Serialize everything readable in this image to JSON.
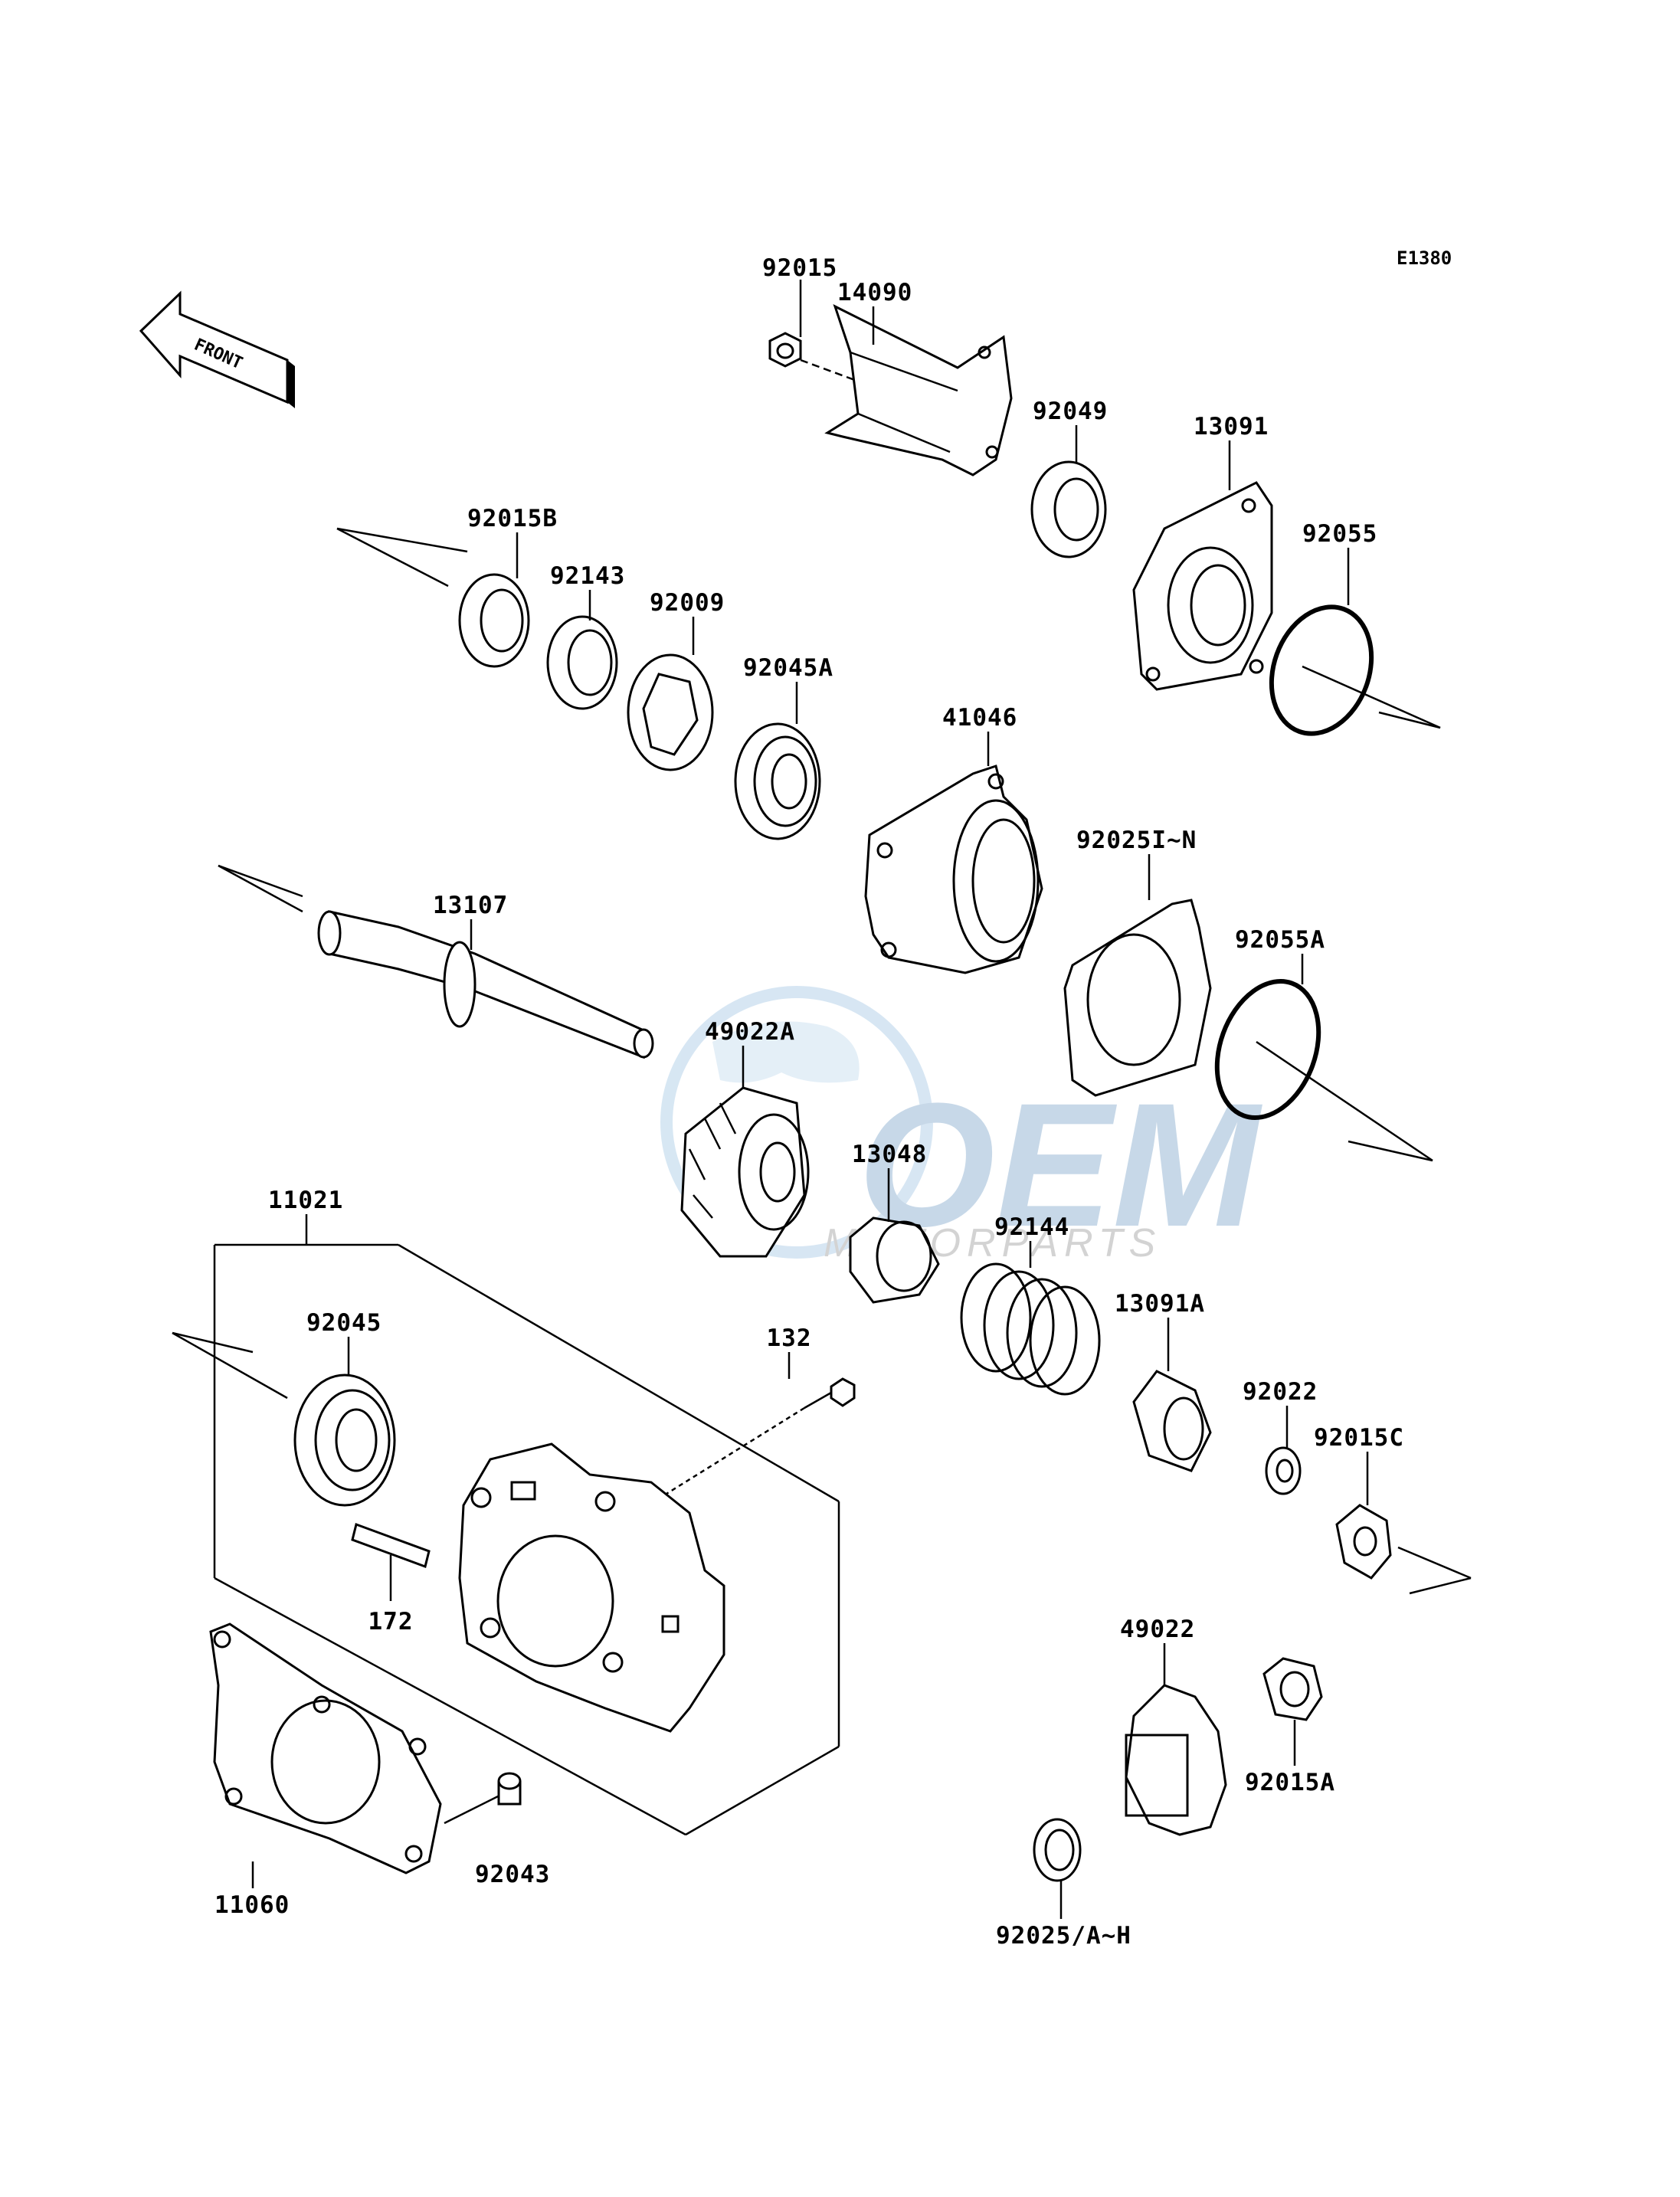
{
  "diagram_code": "E1380",
  "front_label": "FRONT",
  "watermark": {
    "brand": "OEM",
    "sub": "MOTORPARTS",
    "color": "#9bbad6",
    "gray": "#8a8a8a"
  },
  "parts": [
    {
      "id": "p92015",
      "label": "92015"
    },
    {
      "id": "p14090",
      "label": "14090"
    },
    {
      "id": "p92049",
      "label": "92049"
    },
    {
      "id": "p13091",
      "label": "13091"
    },
    {
      "id": "p92055",
      "label": "92055"
    },
    {
      "id": "p92015B",
      "label": "92015B"
    },
    {
      "id": "p92143",
      "label": "92143"
    },
    {
      "id": "p92009",
      "label": "92009"
    },
    {
      "id": "p92045A",
      "label": "92045A"
    },
    {
      "id": "p41046",
      "label": "41046"
    },
    {
      "id": "p92025IN",
      "label": "92025I~N"
    },
    {
      "id": "p13107",
      "label": "13107"
    },
    {
      "id": "p92055A",
      "label": "92055A"
    },
    {
      "id": "p49022A",
      "label": "49022A"
    },
    {
      "id": "p13048",
      "label": "13048"
    },
    {
      "id": "p11021",
      "label": "11021"
    },
    {
      "id": "p92144",
      "label": "92144"
    },
    {
      "id": "p13091A",
      "label": "13091A"
    },
    {
      "id": "p92045",
      "label": "92045"
    },
    {
      "id": "p132",
      "label": "132"
    },
    {
      "id": "p92022",
      "label": "92022"
    },
    {
      "id": "p92015C",
      "label": "92015C"
    },
    {
      "id": "p172",
      "label": "172"
    },
    {
      "id": "p49022",
      "label": "49022"
    },
    {
      "id": "p92015A",
      "label": "92015A"
    },
    {
      "id": "p11060",
      "label": "11060"
    },
    {
      "id": "p92043",
      "label": "92043"
    },
    {
      "id": "p92025AH",
      "label": "92025/A~H"
    }
  ]
}
